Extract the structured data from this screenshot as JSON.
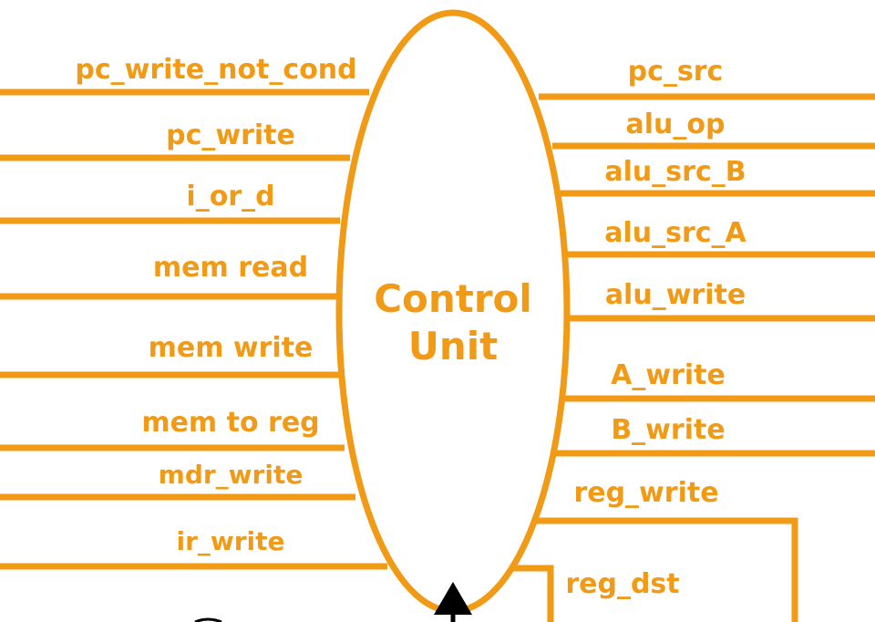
{
  "colors": {
    "accent": "#F09A16",
    "arrow": "#000000",
    "background": "#FFFFFF"
  },
  "unit": {
    "line1": "Control",
    "line2": "Unit"
  },
  "left_signals": [
    "pc_write_not_cond",
    "pc_write",
    "i_or_d",
    "mem read",
    "mem write",
    "mem to reg",
    "mdr_write",
    "ir_write"
  ],
  "right_signals": [
    "pc_src",
    "alu_op",
    "alu_src_B",
    "alu_src_A",
    "alu_write",
    "A_write",
    "B_write",
    "reg_write",
    "reg_dst"
  ]
}
